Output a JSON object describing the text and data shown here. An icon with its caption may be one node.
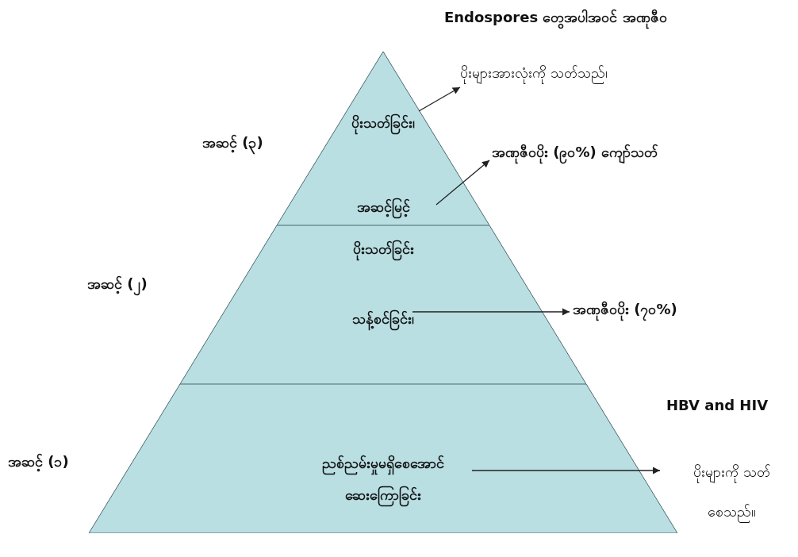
{
  "diagram": {
    "nodes": [
      {
        "text": [
          "ပိုးသတ်ခြင်း၊",
          "အဆင့်မြင့်"
        ],
        "beside": [
          "အဆင့် (၃)"
        ]
      },
      {
        "text": [
          "ပိုးသတ်ခြင်း",
          "သန့်စင်ခြင်း၊"
        ],
        "beside": [
          "အဆင့် (၂)"
        ]
      },
      {
        "text": [
          "ညစ်ညမ်းမှုမရှိစေအောင် ဆေးကြောခြင်း"
        ],
        "beside": [
          "အဆင့် (၁)"
        ]
      },
      {
        "text": [
          "Endospores တွေအပါအဝင် အဏုဇီဝ",
          "ပိုးများအားလုံးကို သတ်သည်၊"
        ]
      },
      {
        "text": [
          "အဏုဇီဝပိုး (၉၀%) ကျော်သတ်"
        ]
      },
      {
        "text": [
          "အဏုဇီဝပိုး (၇၀%)"
        ]
      },
      {
        "text": [
          "HBV and HIV",
          "ပိုးများကို သတ်စေသည်။"
        ]
      }
    ],
    "edges": [
      {
        "from": 0,
        "to": 3,
        "arrow": "to"
      },
      {
        "from": 0,
        "to": 4,
        "arrow": "to"
      },
      {
        "from": 1,
        "to": 5,
        "arrow": "to"
      },
      {
        "from": 2,
        "to": 6,
        "arrow": "to"
      }
    ]
  }
}
